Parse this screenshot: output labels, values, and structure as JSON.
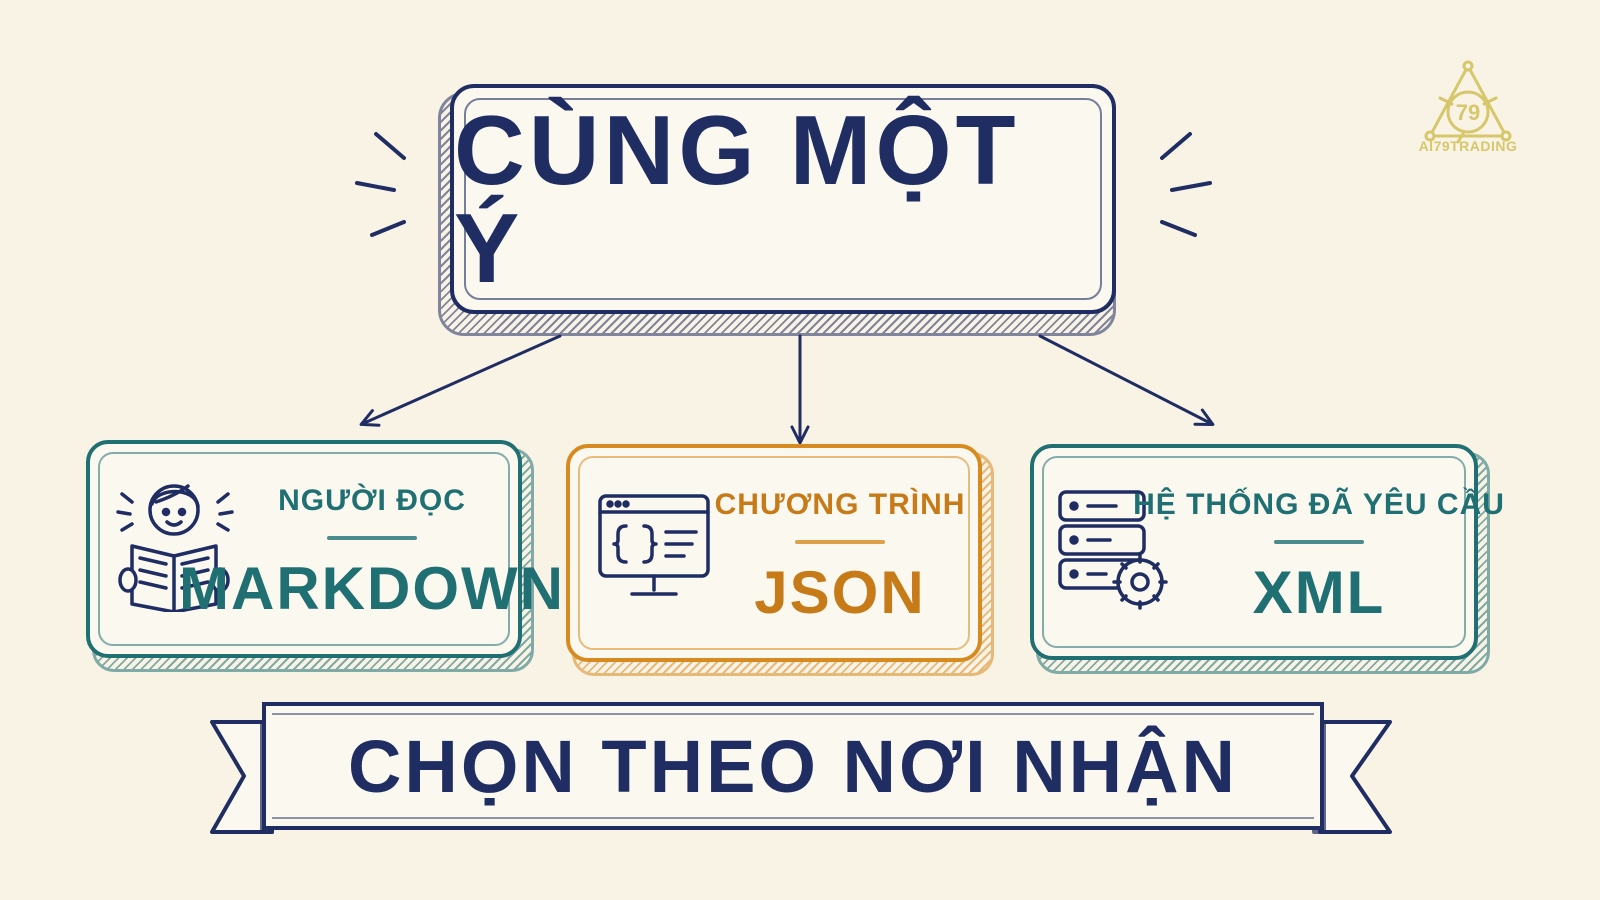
{
  "title": "CÙNG MỘT Ý",
  "targets": [
    {
      "role": "NGƯỜI ĐỌC",
      "format": "MARKDOWN",
      "icon": "person-reading-book-icon",
      "color": "#1f6f73"
    },
    {
      "role": "CHƯƠNG TRÌNH",
      "format": "JSON",
      "icon": "code-window-monitor-icon",
      "color": "#d78a1f"
    },
    {
      "role": "HỆ THỐNG ĐÃ YÊU CẦU",
      "format": "XML",
      "icon": "server-gear-icon",
      "color": "#1f6f73"
    }
  ],
  "banner": "CHỌN THEO NƠI NHẬN",
  "logo": {
    "text": "AI79TRADING",
    "mark": "79",
    "color": "#d6c76a"
  },
  "colors": {
    "ink": "#1f2d63",
    "teal": "#1f6f73",
    "orange": "#d78a1f",
    "background": "#f9f3e6"
  }
}
